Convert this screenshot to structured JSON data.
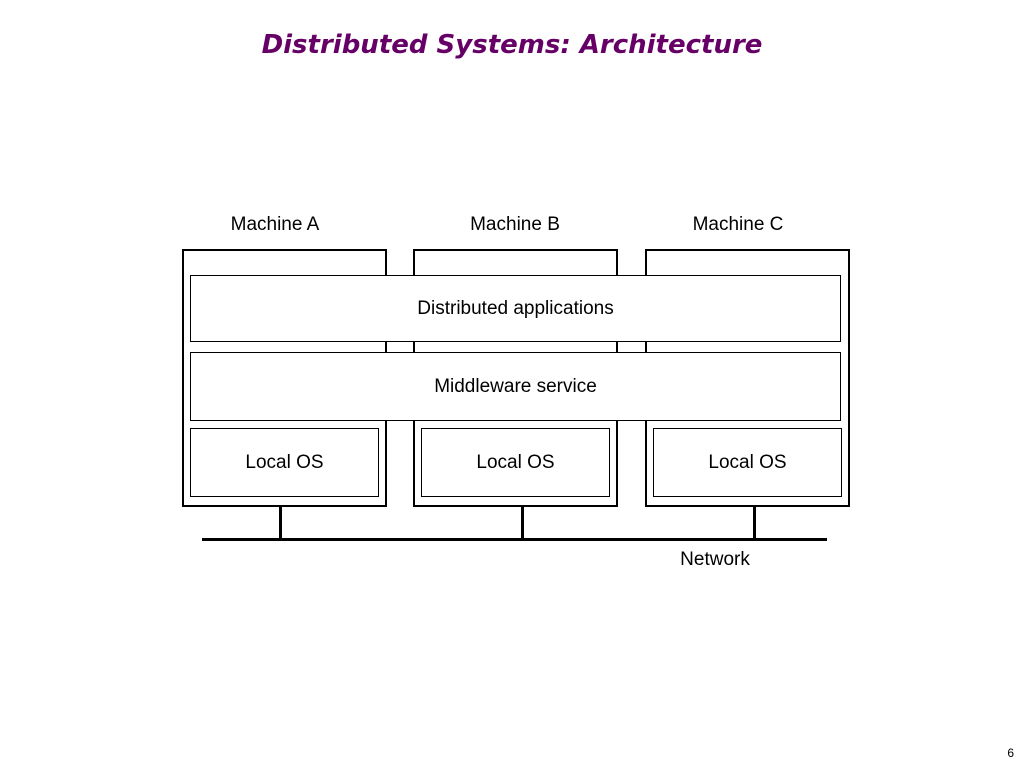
{
  "slide": {
    "title": "Distributed Systems: Architecture",
    "title_color": "#660066",
    "page_number": "6"
  },
  "diagram": {
    "machines": [
      {
        "label": "Machine A",
        "os": "Local OS"
      },
      {
        "label": "Machine B",
        "os": "Local OS"
      },
      {
        "label": "Machine C",
        "os": "Local OS"
      }
    ],
    "layers": {
      "applications": "Distributed applications",
      "middleware": "Middleware service"
    },
    "network_label": "Network"
  }
}
